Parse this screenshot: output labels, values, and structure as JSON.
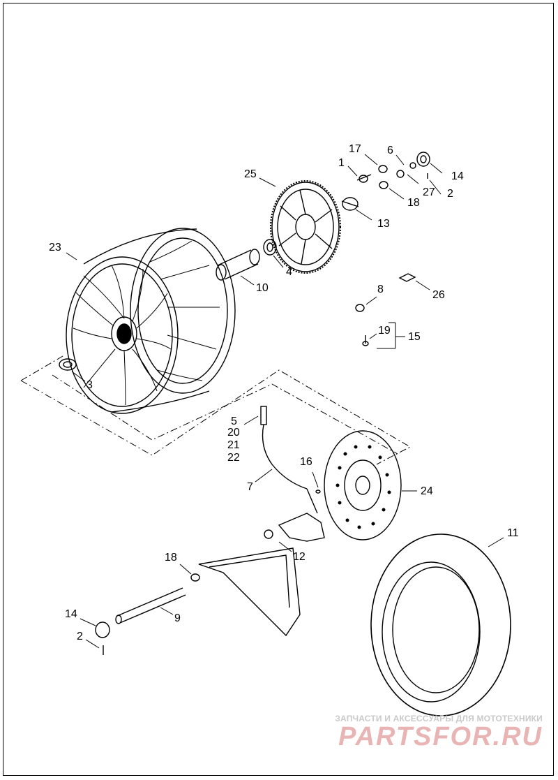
{
  "callouts": [
    {
      "id": "c1",
      "text": "1"
    },
    {
      "id": "c17",
      "text": "17"
    },
    {
      "id": "c6",
      "text": "6"
    },
    {
      "id": "c14a",
      "text": "14"
    },
    {
      "id": "c25",
      "text": "25"
    },
    {
      "id": "c27",
      "text": "27"
    },
    {
      "id": "c2a",
      "text": "2"
    },
    {
      "id": "c18a",
      "text": "18"
    },
    {
      "id": "c13",
      "text": "13"
    },
    {
      "id": "c23",
      "text": "23"
    },
    {
      "id": "c4",
      "text": "4"
    },
    {
      "id": "c10",
      "text": "10"
    },
    {
      "id": "c8",
      "text": "8"
    },
    {
      "id": "c26",
      "text": "26"
    },
    {
      "id": "c19",
      "text": "19"
    },
    {
      "id": "c15",
      "text": "15"
    },
    {
      "id": "c3",
      "text": "3"
    },
    {
      "id": "c5",
      "text": "5"
    },
    {
      "id": "c20",
      "text": "20"
    },
    {
      "id": "c21",
      "text": "21"
    },
    {
      "id": "c22",
      "text": "22"
    },
    {
      "id": "c16",
      "text": "16"
    },
    {
      "id": "c7",
      "text": "7"
    },
    {
      "id": "c24",
      "text": "24"
    },
    {
      "id": "c11",
      "text": "11"
    },
    {
      "id": "c12",
      "text": "12"
    },
    {
      "id": "c18b",
      "text": "18"
    },
    {
      "id": "c9",
      "text": "9"
    },
    {
      "id": "c14b",
      "text": "14"
    },
    {
      "id": "c2b",
      "text": "2"
    }
  ],
  "watermark": {
    "tagline": "ЗАПЧАСТИ И АКСЕССУАРЫ ДЛЯ МОТОТЕХНИКИ",
    "logo": "PARTSFOR.RU"
  }
}
